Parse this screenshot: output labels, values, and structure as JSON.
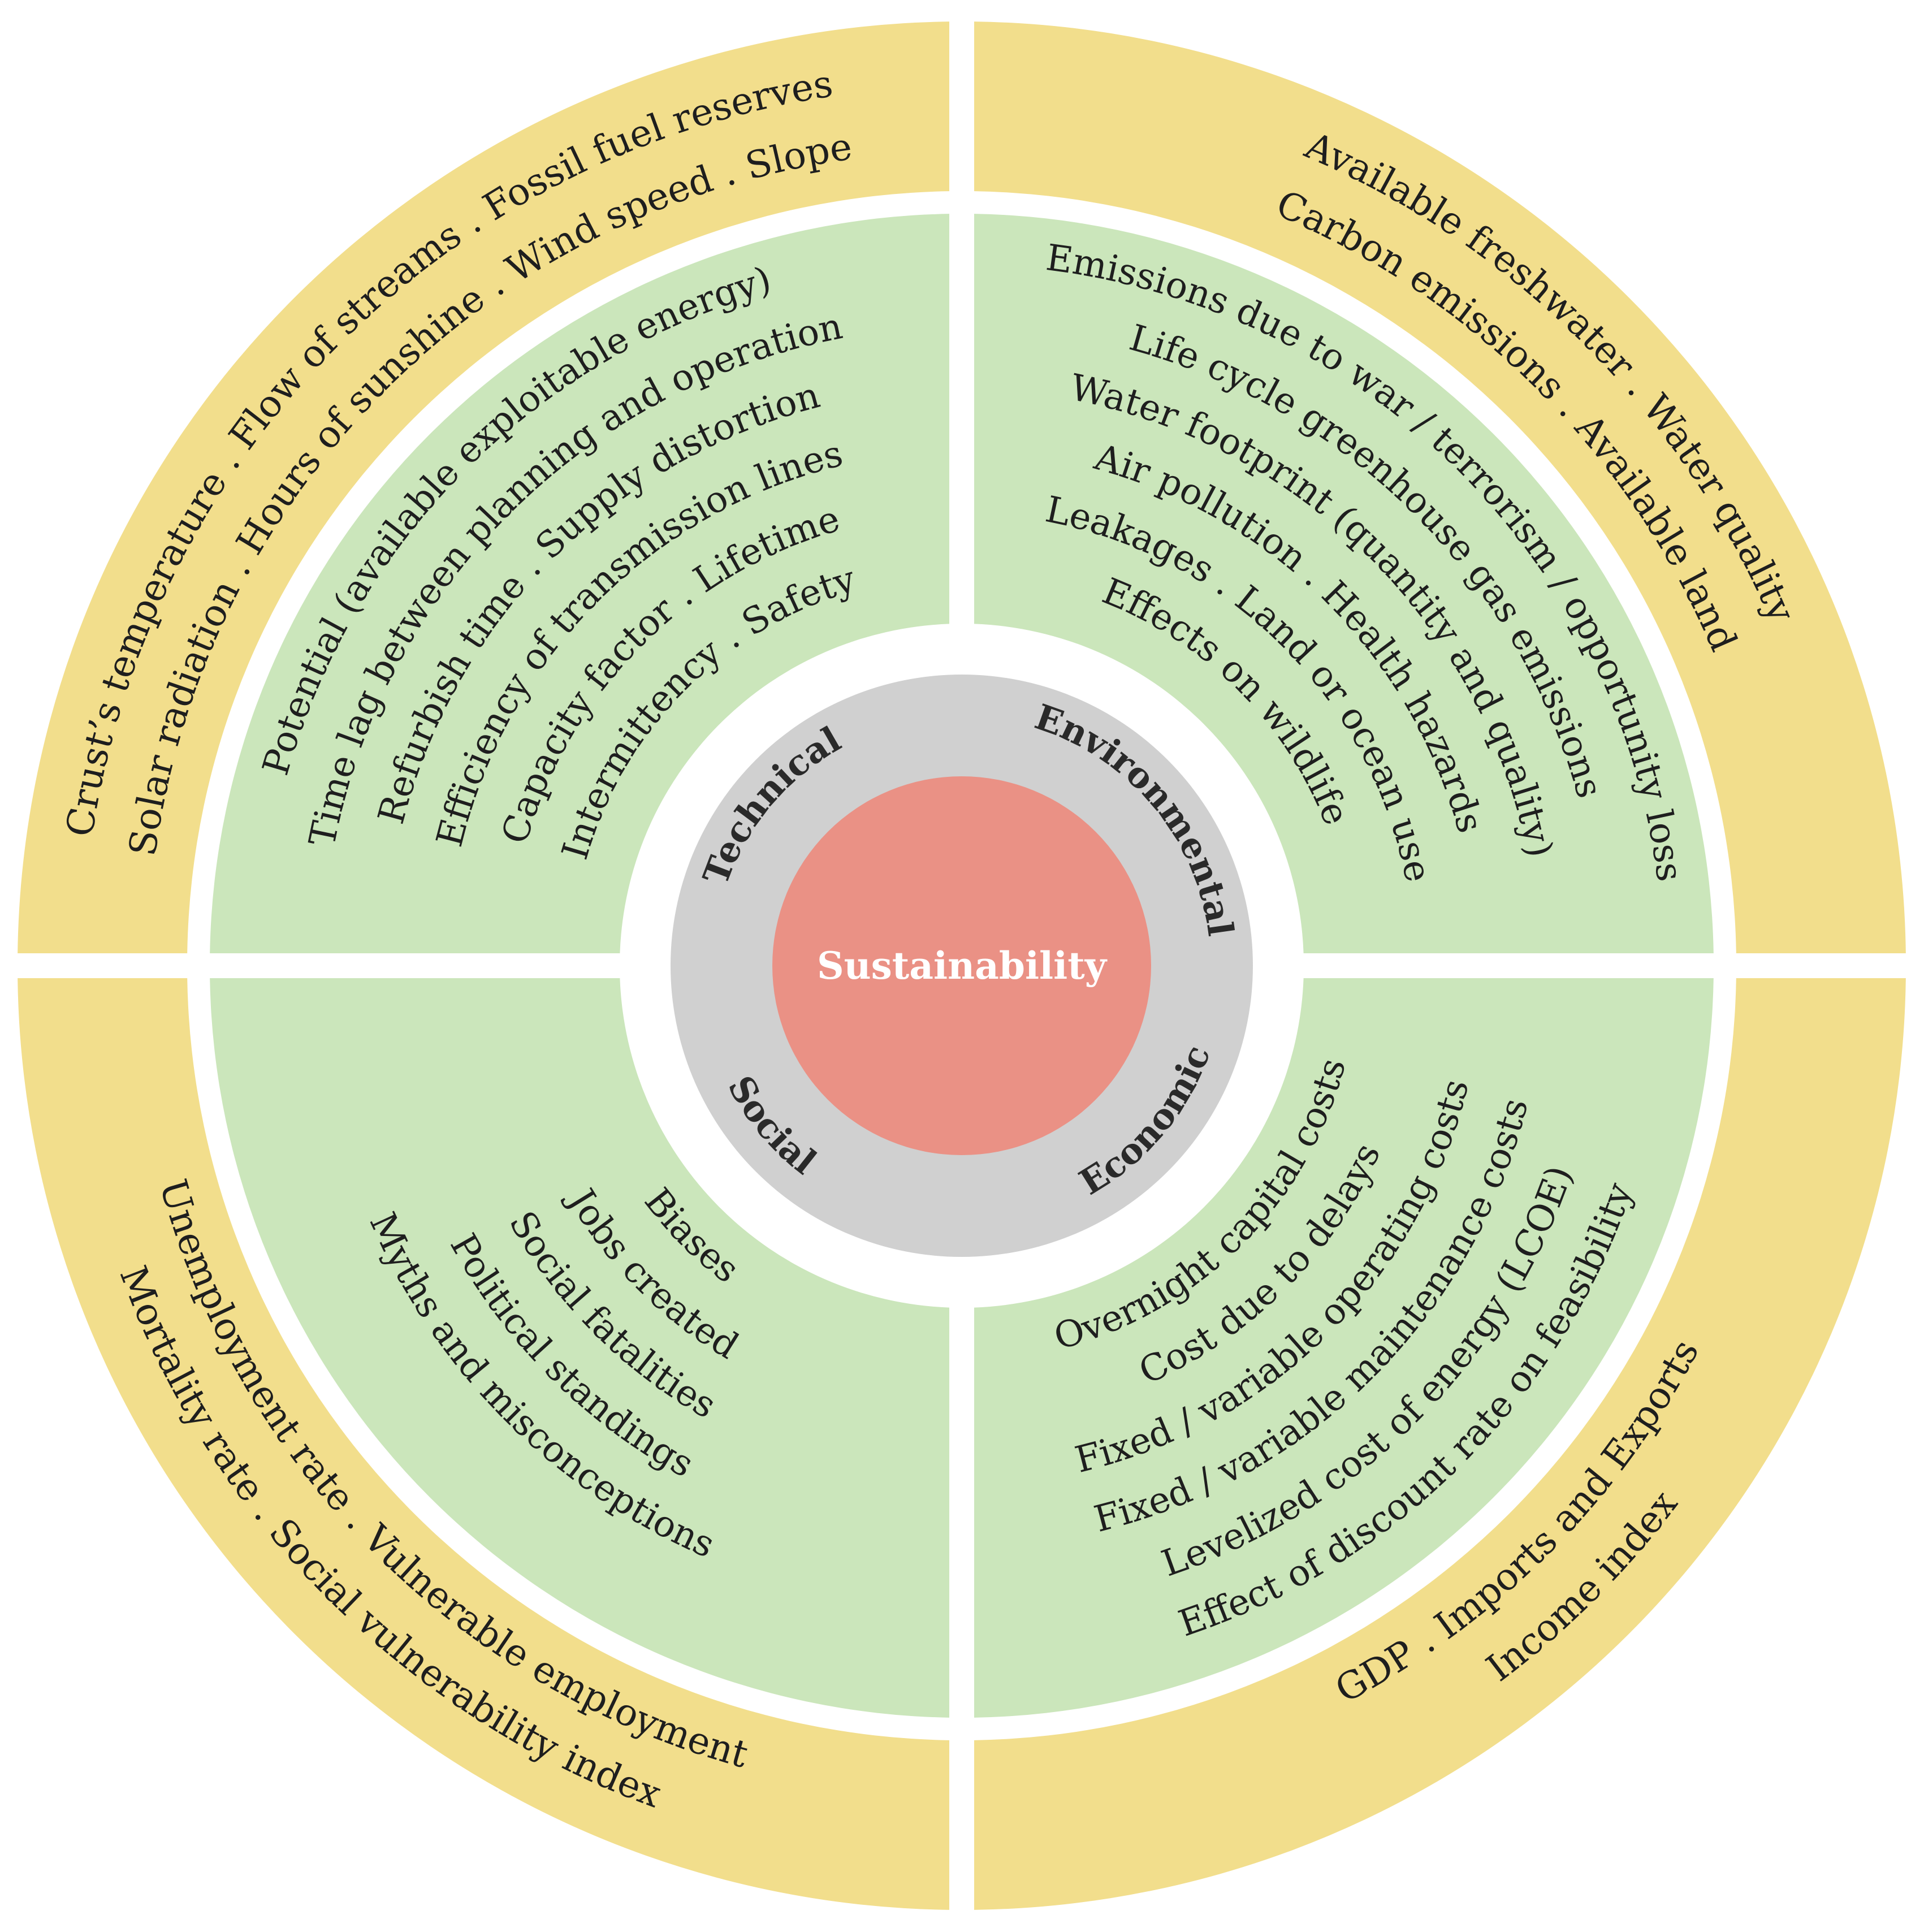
{
  "colors": {
    "outer_ring": "#f2de8c",
    "inner_ring": "#cbe6bb",
    "core_ring": "#d0d0d0",
    "center": "#ea9185",
    "center_text": "#ffffff",
    "text": "#1e1e1e"
  },
  "center_label": "Sustainability",
  "dimensions": {
    "technical": "Technical",
    "environmental": "Environmental",
    "economic": "Economic",
    "social": "Social"
  },
  "quadrants": {
    "technical": {
      "outer": [
        "Crust’s temperature . Flow of streams . Fossil fuel reserves",
        "Solar radiation . Hours of sunshine . Wind speed . Slope"
      ],
      "inner": [
        "Potential (available exploitable energy)",
        "Time lag between planning and operation",
        "Refurbish time . Supply distortion",
        "Efficiency of transmission lines",
        "Capacity factor . Lifetime",
        "Intermittency . Safety"
      ]
    },
    "environmental": {
      "outer": [
        "Available freshwater . Water quality",
        "Carbon emissions . Available land"
      ],
      "inner": [
        "Emissions due to war / terrorism / opportunity loss",
        "Life cycle greenhouse gas emissions",
        "Water footprint (quantity and quality)",
        "Air pollution . Health hazards",
        "Leakages . Land or ocean use",
        "Effects on wildlife"
      ]
    },
    "economic": {
      "outer": [
        "GDP . Imports and Exports",
        "Income index"
      ],
      "inner": [
        "Overnight capital costs",
        "Cost due to delays",
        "Fixed / variable operating costs",
        "Fixed / variable maintenance costs",
        "Levelized cost of energy (LCOE)",
        "Effect of discount rate on feasibility"
      ]
    },
    "social": {
      "outer": [
        "Unemployment rate . Vulnerable employment",
        "Mortality rate . Social vulnerability index"
      ],
      "inner": [
        "Biases",
        "Jobs created",
        "Social fatalities",
        "Political standings",
        "Myths and misconceptions"
      ]
    }
  }
}
